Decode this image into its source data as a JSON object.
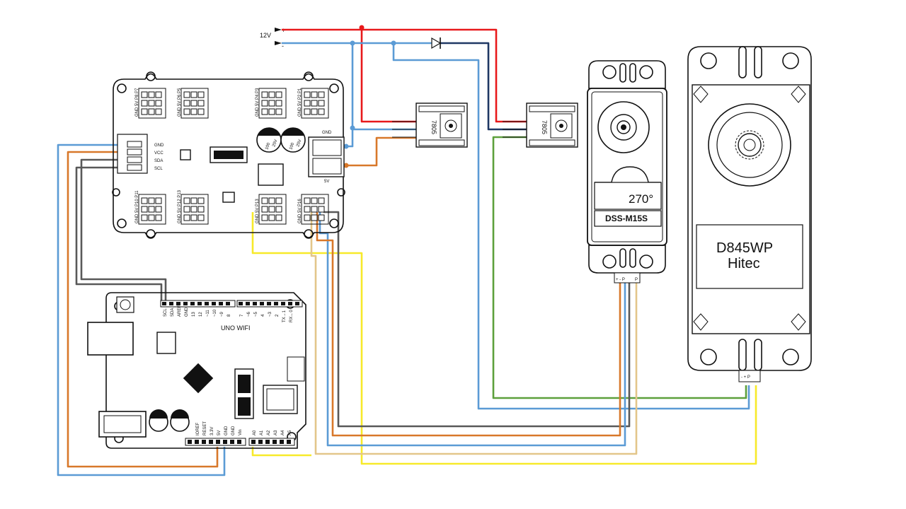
{
  "power": {
    "voltage": "12V",
    "plus": "+",
    "minus": "-"
  },
  "regulators": [
    {
      "label": "7805"
    },
    {
      "label": "7805"
    }
  ],
  "pwm_board": {
    "header_labels": [
      "GND",
      "VCC",
      "SDA",
      "SCL"
    ],
    "power_terminal": {
      "gnd": "GND",
      "v5": "5V"
    },
    "caps": [
      "100",
      "25V",
      "100",
      "25V"
    ],
    "top_groups": [
      "GND 5V P8 P7",
      "GND 5V P6 P5",
      "GND 5V P4 P3",
      "GND 5V P2 P1"
    ],
    "bottom_groups": [
      "GND 5V P10 P11",
      "GND 5V P12 P13",
      "GND 5V P13",
      "GND 5V P16"
    ]
  },
  "arduino": {
    "name": "UNO WIFI",
    "top_pins": [
      "SCL",
      "SDA",
      "AREF",
      "GND",
      "13",
      "12",
      "~11",
      "~10",
      "~9",
      "8",
      "7",
      "~6",
      "~5",
      "4",
      "~3",
      "2",
      "TX→1",
      "RX←0"
    ],
    "power_pins": [
      "IOREF",
      "RESET",
      "3.3V",
      "5V",
      "GND",
      "GND",
      "Vin"
    ],
    "analog_pins": [
      "A0",
      "A1",
      "A2",
      "A3",
      "A4",
      "A5"
    ]
  },
  "servo_small": {
    "angle": "270°",
    "model": "DSS-M15S",
    "pins": "+ - P",
    "pin_p": "P"
  },
  "servo_large": {
    "model": "D845WP",
    "brand": "Hitec",
    "pins": "- + P"
  },
  "wire_colors": {
    "red": "#e8191b",
    "blue": "#5b9bd5",
    "navy": "#1f3864",
    "orange": "#d8782a",
    "yellow": "#f7ea2a",
    "green": "#5da03c",
    "gray": "#595959",
    "tan": "#e3c68a"
  }
}
